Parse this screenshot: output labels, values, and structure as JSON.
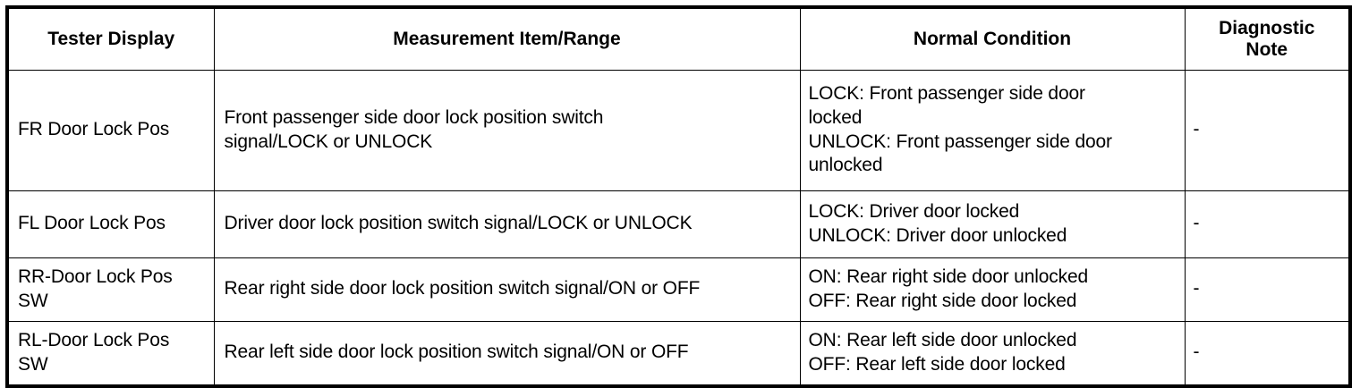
{
  "table": {
    "headers": [
      {
        "label": "Tester Display"
      },
      {
        "label": "Measurement Item/Range"
      },
      {
        "label": "Normal Condition"
      },
      {
        "label_line1": "Diagnostic",
        "label_line2": "Note"
      }
    ],
    "rows": [
      {
        "tester_display": "FR Door Lock Pos",
        "measurement_line1": "Front passenger side door lock position switch",
        "measurement_line2": "signal/LOCK or UNLOCK",
        "condition_line1": "LOCK: Front passenger side door",
        "condition_line2": "locked",
        "condition_line3": "UNLOCK: Front passenger side door",
        "condition_line4": "unlocked",
        "diagnostic_note": "-"
      },
      {
        "tester_display": "FL Door Lock Pos",
        "measurement_line1": "Driver door lock position switch signal/LOCK or UNLOCK",
        "measurement_line2": "",
        "condition_line1": "LOCK: Driver door locked",
        "condition_line2": "UNLOCK: Driver door unlocked",
        "condition_line3": "",
        "condition_line4": "",
        "diagnostic_note": "-"
      },
      {
        "tester_display_line1": "RR-Door Lock Pos",
        "tester_display_line2": "SW",
        "measurement_line1": "Rear right side door lock position switch signal/ON or OFF",
        "measurement_line2": "",
        "condition_line1": "ON: Rear right side door unlocked",
        "condition_line2": "OFF: Rear right side door locked",
        "condition_line3": "",
        "condition_line4": "",
        "diagnostic_note": "-"
      },
      {
        "tester_display_line1": "RL-Door Lock Pos",
        "tester_display_line2": "SW",
        "measurement_line1": "Rear left side door lock position switch signal/ON or OFF",
        "measurement_line2": "",
        "condition_line1": "ON: Rear left side door unlocked",
        "condition_line2": "OFF: Rear left side door locked",
        "condition_line3": "",
        "condition_line4": "",
        "diagnostic_note": "-"
      }
    ]
  }
}
